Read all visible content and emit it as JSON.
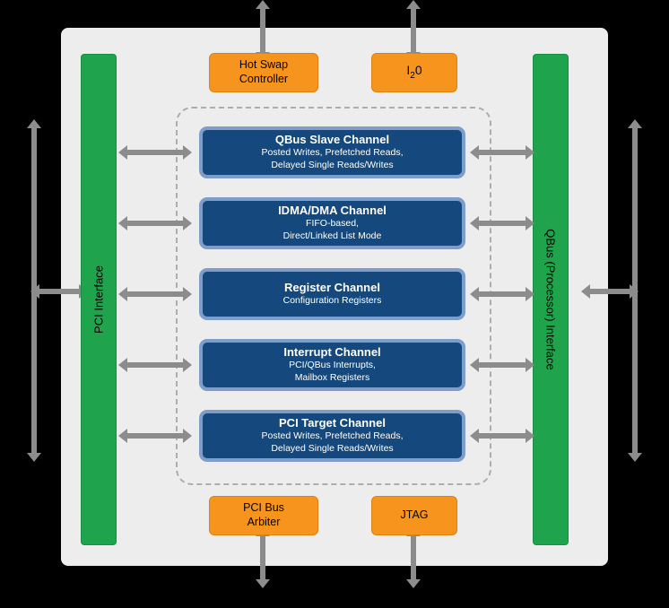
{
  "colors": {
    "background": "#000000",
    "chip_body": "#ededed",
    "interface_green": "#1fa34c",
    "module_orange": "#f7941e",
    "channel_blue": "#15497d",
    "channel_border_blue": "#7e9dc8",
    "arrow_gray": "#8c8c8c"
  },
  "interfaces": {
    "left": {
      "label": "PCI Interface"
    },
    "right": {
      "label": "QBus (Processor) Interface"
    }
  },
  "top_modules": {
    "hot_swap": {
      "line1": "Hot Swap",
      "line2": "Controller"
    },
    "i2o": {
      "base": "I",
      "sub": "2",
      "tail": "0"
    }
  },
  "bottom_modules": {
    "pci_arbiter": {
      "line1": "PCI Bus",
      "line2": "Arbiter"
    },
    "jtag": {
      "label": "JTAG"
    }
  },
  "channels": [
    {
      "title": "QBus Slave Channel",
      "sub1": "Posted Writes, Prefetched Reads,",
      "sub2": "Delayed Single Reads/Writes"
    },
    {
      "title": "IDMA/DMA Channel",
      "sub1": "FIFO-based,",
      "sub2": "Direct/Linked List Mode"
    },
    {
      "title": "Register Channel",
      "sub1": "Configuration Registers",
      "sub2": ""
    },
    {
      "title": "Interrupt Channel",
      "sub1": "PCI/QBus Interrupts,",
      "sub2": "Mailbox Registers"
    },
    {
      "title": "PCI Target Channel",
      "sub1": "Posted Writes, Prefetched Reads,",
      "sub2": "Delayed Single Reads/Writes"
    }
  ]
}
